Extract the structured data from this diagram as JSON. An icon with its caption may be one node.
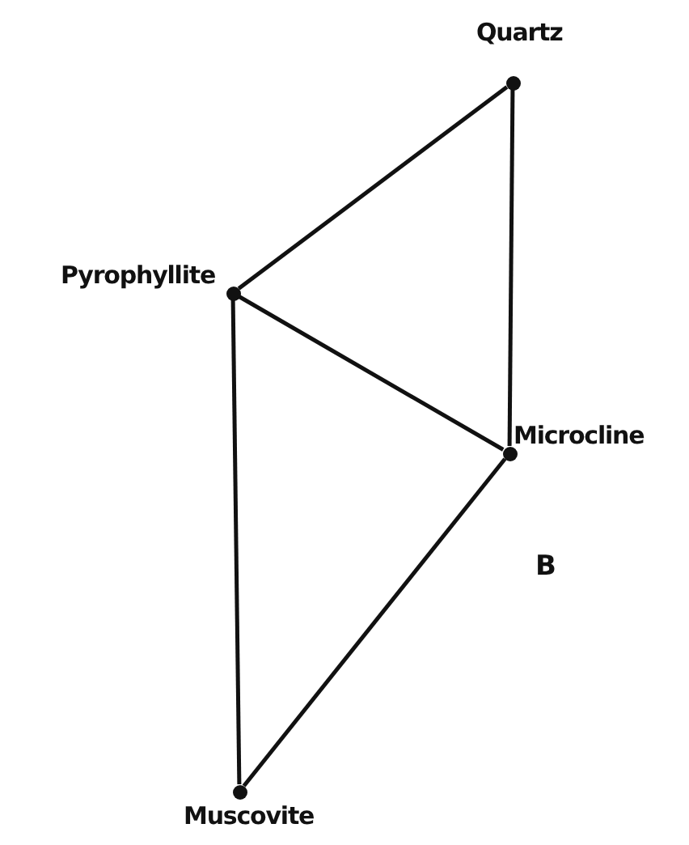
{
  "diagram": {
    "nodes": [
      {
        "text": [
          "Quartz"
        ]
      },
      {
        "text": [
          "Pyrophyllite"
        ]
      },
      {
        "text": [
          "Microcline"
        ]
      },
      {
        "text": [
          "Muscovite"
        ]
      }
    ],
    "edges": [
      {
        "from": 0,
        "to": 1,
        "arrow": "none"
      },
      {
        "from": 0,
        "to": 2,
        "arrow": "none"
      },
      {
        "from": 1,
        "to": 2,
        "arrow": "none"
      },
      {
        "from": 1,
        "to": 3,
        "arrow": "none"
      },
      {
        "from": 2,
        "to": 3,
        "arrow": "none"
      }
    ],
    "labels": [
      "B"
    ]
  }
}
